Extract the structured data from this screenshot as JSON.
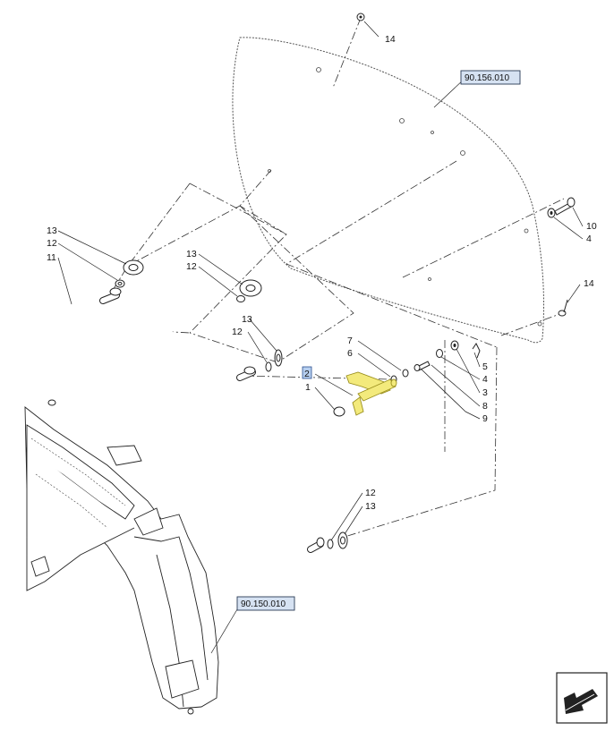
{
  "callouts": {
    "c14_top": "14",
    "c14_right": "14",
    "c13_a": "13",
    "c12_a": "12",
    "c11": "11",
    "c13_b": "13",
    "c12_b": "12",
    "c13_c": "13",
    "c12_c": "12",
    "c7": "7",
    "c6": "6",
    "c2": "2",
    "c1": "1",
    "c5": "5",
    "c4_mid": "4",
    "c3": "3",
    "c8": "8",
    "c9": "9",
    "c10": "10",
    "c4_top": "4",
    "c12_d": "12",
    "c13_d": "13"
  },
  "references": {
    "glass": "90.156.010",
    "cab": "90.150.010"
  },
  "highlighted_item": "2",
  "icons": [
    "corner-arrow-icon"
  ]
}
